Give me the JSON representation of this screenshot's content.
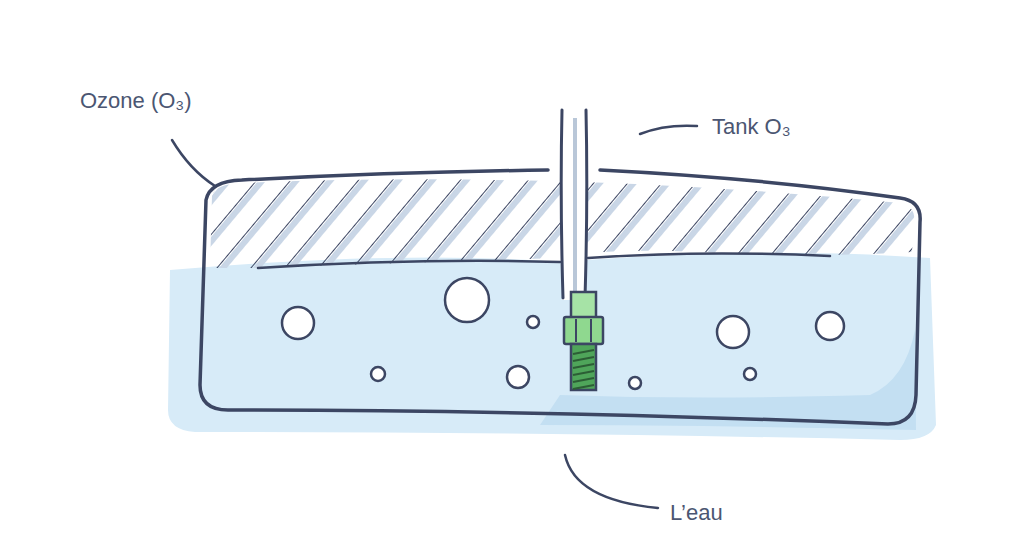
{
  "diagram": {
    "labels": [
      "Ozone (O₃)",
      "Tank O₃",
      "L’eau"
    ]
  }
}
